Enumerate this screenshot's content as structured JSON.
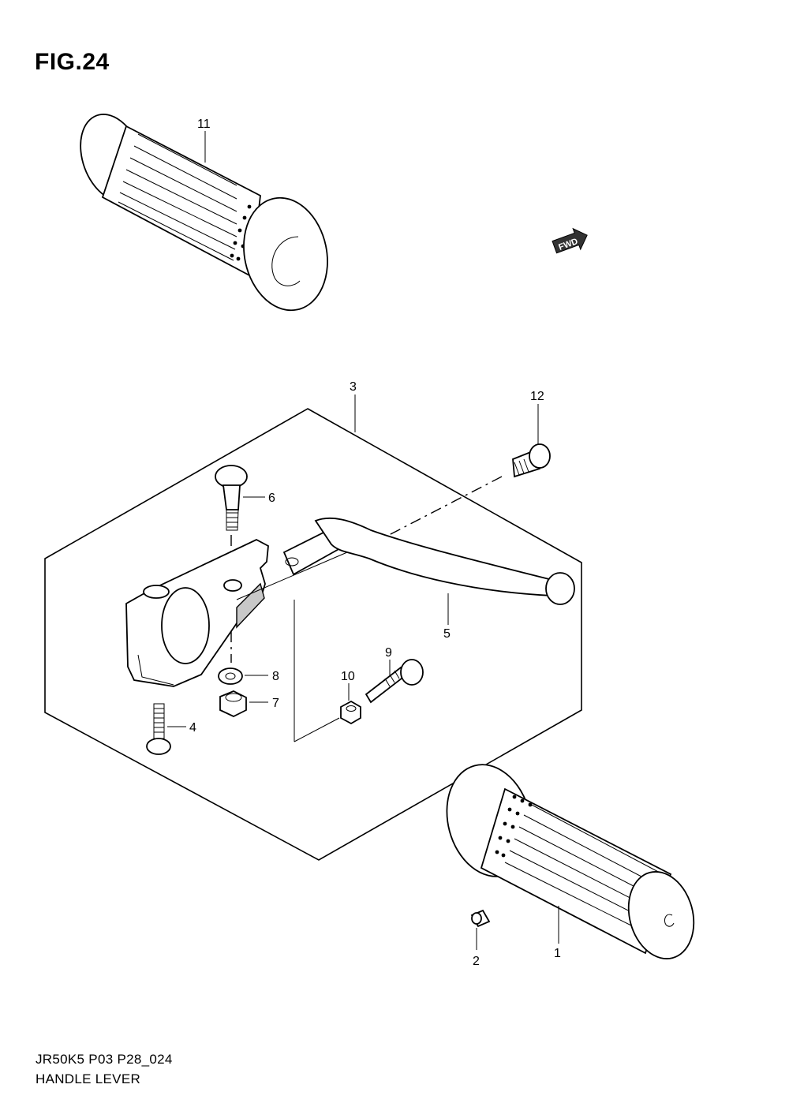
{
  "figure": {
    "title": "FIG.24",
    "code": "JR50K5 P03 P28_024",
    "name": "HANDLE LEVER"
  },
  "fwd_badge": {
    "label": "FWD"
  },
  "callouts": {
    "c1": "1",
    "c2": "2",
    "c3": "3",
    "c4": "4",
    "c5": "5",
    "c6": "6",
    "c7": "7",
    "c8": "8",
    "c9": "9",
    "c10": "10",
    "c11": "11",
    "c12": "12"
  }
}
